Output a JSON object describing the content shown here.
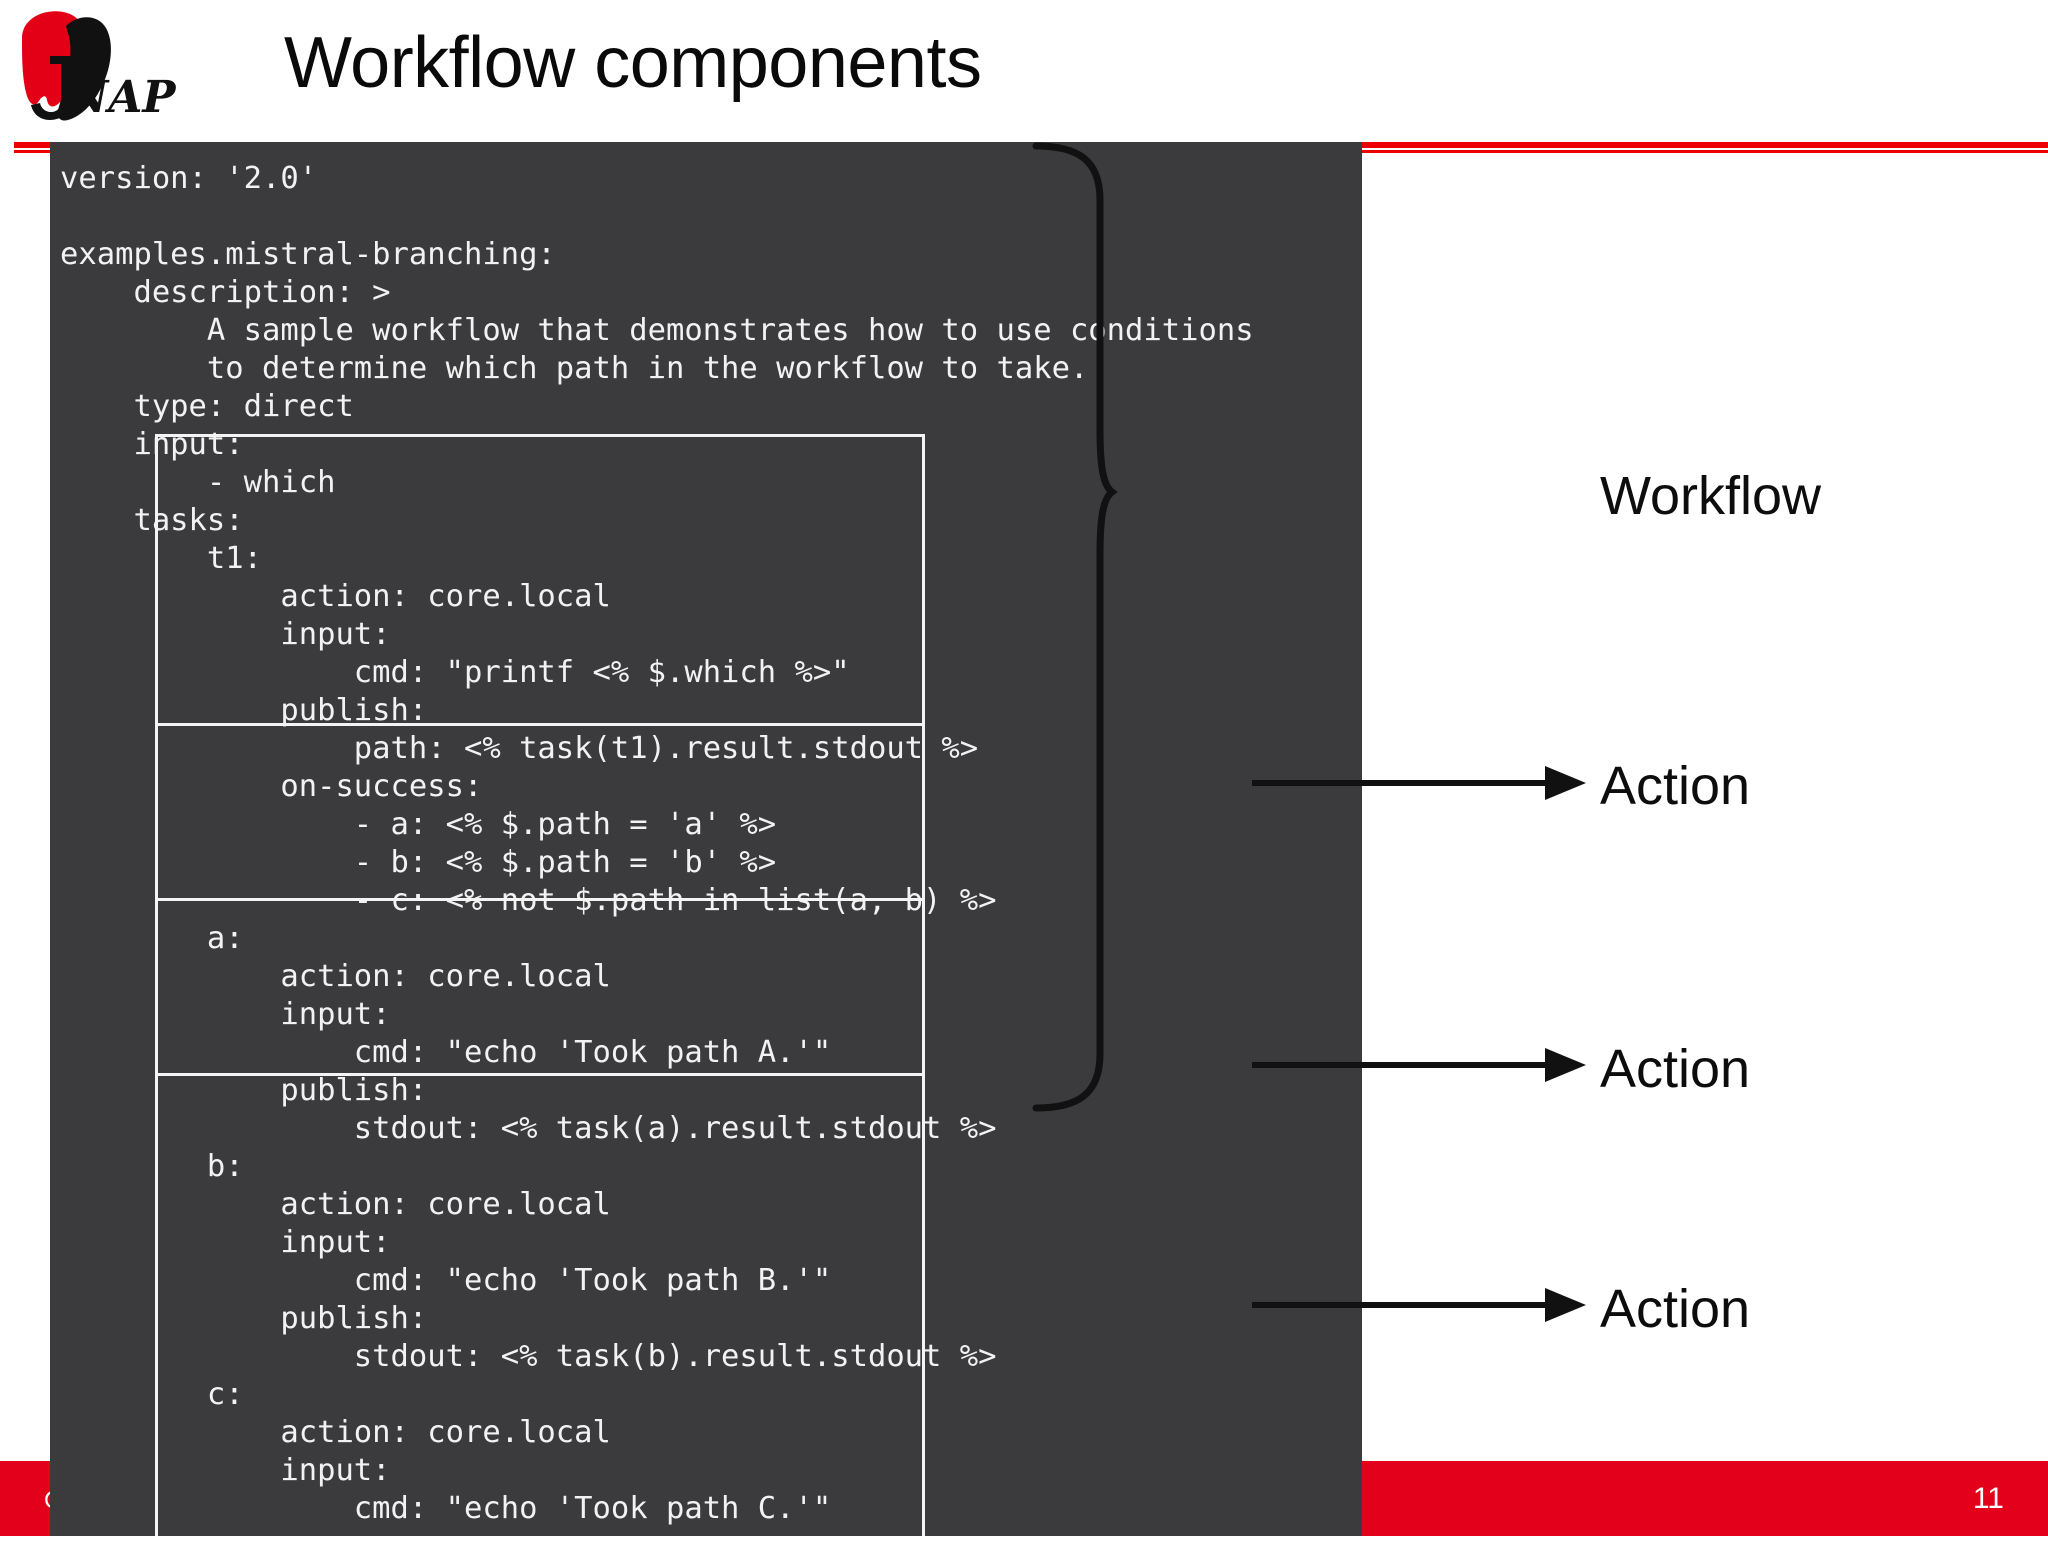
{
  "slide": {
    "title": "Workflow components",
    "page_number": "11",
    "footer_copyright": "C",
    "accent_color": "#e3001b",
    "rule_color": "#ee0000",
    "code_panel_bg": "#3b3b3d",
    "code_text_color": "#f2f2f2"
  },
  "logo": {
    "name": "jpnap-logo",
    "wordmark": "NAP",
    "mark_letter": "JP",
    "red": "#e30016",
    "black": "#111111"
  },
  "code": {
    "language": "yaml",
    "lines": [
      "version: '2.0'",
      "",
      "examples.mistral-branching:",
      "    description: >",
      "        A sample workflow that demonstrates how to use conditions",
      "        to determine which path in the workflow to take.",
      "    type: direct",
      "    input:",
      "        - which",
      "    tasks:",
      "        t1:",
      "            action: core.local",
      "            input:",
      "                cmd: \"printf <% $.which %>\"",
      "            publish:",
      "                path: <% task(t1).result.stdout %>",
      "            on-success:",
      "                - a: <% $.path = 'a' %>",
      "                - b: <% $.path = 'b' %>",
      "                - c: <% not $.path in list(a, b) %>",
      "        a:",
      "            action: core.local",
      "            input:",
      "                cmd: \"echo 'Took path A.'\"",
      "            publish:",
      "                stdout: <% task(a).result.stdout %>",
      "        b:",
      "            action: core.local",
      "            input:",
      "                cmd: \"echo 'Took path B.'\"",
      "            publish:",
      "                stdout: <% task(b).result.stdout %>",
      "        c:",
      "            action: core.local",
      "            input:",
      "                cmd: \"echo 'Took path C.'\""
    ]
  },
  "task_boxes": [
    {
      "name": "task-box-t1",
      "label": "t1"
    },
    {
      "name": "task-box-a",
      "label": "a"
    },
    {
      "name": "task-box-b",
      "label": "b"
    },
    {
      "name": "task-box-c",
      "label": "c"
    }
  ],
  "annotations": [
    {
      "name": "annotation-workflow",
      "label": "Workflow",
      "connector": "brace"
    },
    {
      "name": "annotation-action-t1",
      "label": "Action",
      "connector": "arrow"
    },
    {
      "name": "annotation-action-a",
      "label": "Action",
      "connector": "arrow"
    },
    {
      "name": "annotation-action-b",
      "label": "Action",
      "connector": "arrow"
    }
  ]
}
